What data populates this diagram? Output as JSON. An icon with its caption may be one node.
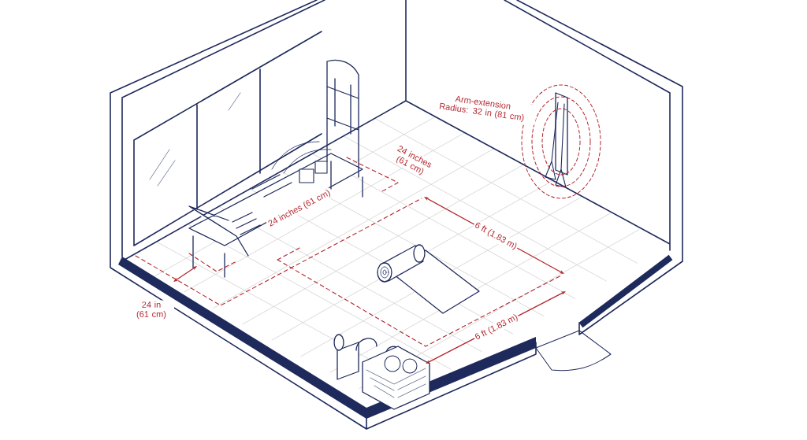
{
  "diagram": {
    "labels": [
      "Arm-extension Radius: 32 in (81 cm)",
      "24 inches (61 cm)",
      "6 ft (1.83 m)",
      "24 inches (61 cm)",
      "24 in (61 cm)",
      "6 ft (1.83 m)"
    ]
  }
}
